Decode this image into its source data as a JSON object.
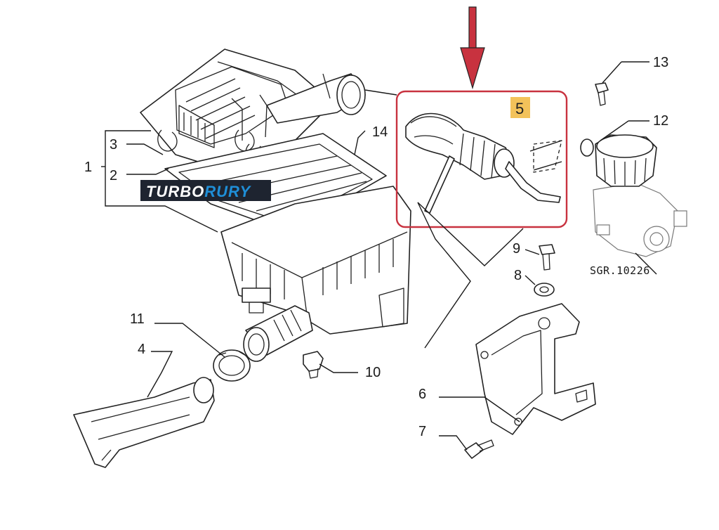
{
  "diagram": {
    "callouts": {
      "c1": "1",
      "c2": "2",
      "c3": "3",
      "c4": "4",
      "c5": "5",
      "c6": "6",
      "c7": "7",
      "c8": "8",
      "c9": "9",
      "c10": "10",
      "c11": "11",
      "c12": "12",
      "c13": "13",
      "c14": "14"
    },
    "reference_code": "SGR.10226",
    "watermark": {
      "part1": "TURBO",
      "part2": "RURY"
    },
    "colors": {
      "highlight_frame": "#c8323f",
      "arrow": "#c8323f",
      "badge_fill": "#f3c25a",
      "watermark_bg": "#1e2430",
      "watermark_text_1": "#ffffff",
      "watermark_text_2": "#1f8fd8"
    }
  }
}
